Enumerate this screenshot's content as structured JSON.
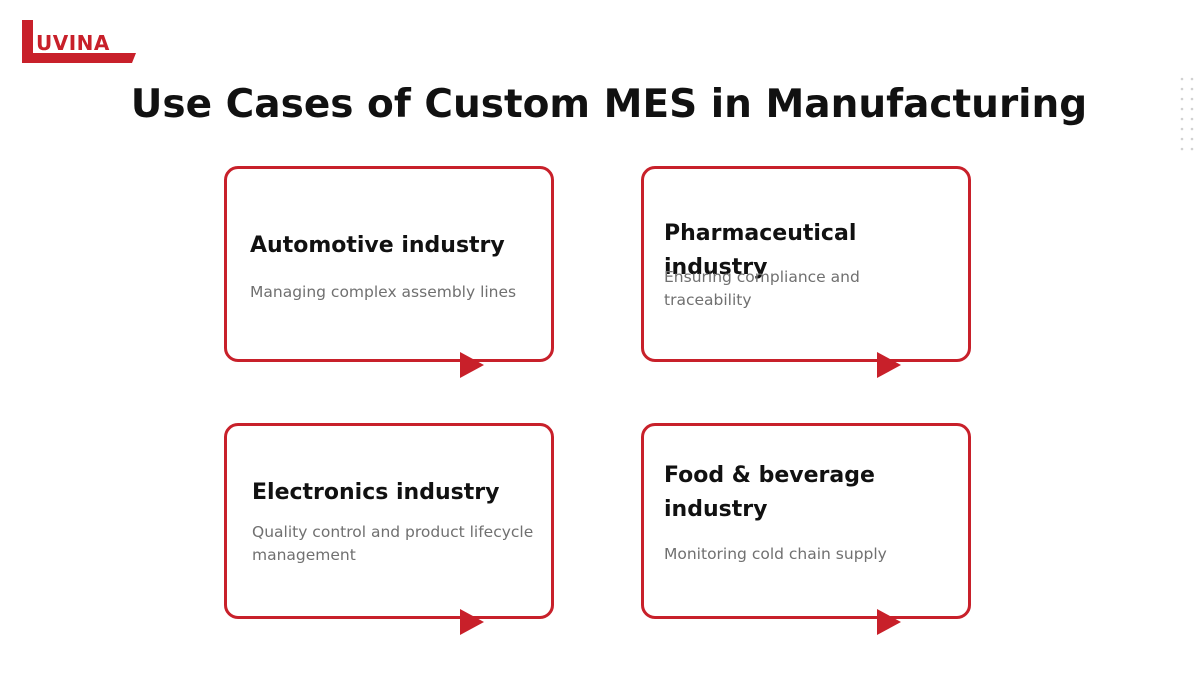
{
  "brand": {
    "logo_text": "UVINA",
    "accent_color": "#c8202a"
  },
  "page": {
    "title": "Use Cases of Custom MES in Manufacturing"
  },
  "cards": [
    {
      "title": "Automotive industry",
      "description": "Managing complex assembly lines"
    },
    {
      "title": "Pharmaceutical industry",
      "description": "Ensuring compliance and traceability"
    },
    {
      "title": "Electronics industry",
      "description": "Quality control and product lifecycle management"
    },
    {
      "title": "Food & beverage industry",
      "description": "Monitoring cold chain supply"
    }
  ],
  "icons": {
    "card_arrow": "play-triangle-icon",
    "decoration": "dot-grid-icon"
  }
}
